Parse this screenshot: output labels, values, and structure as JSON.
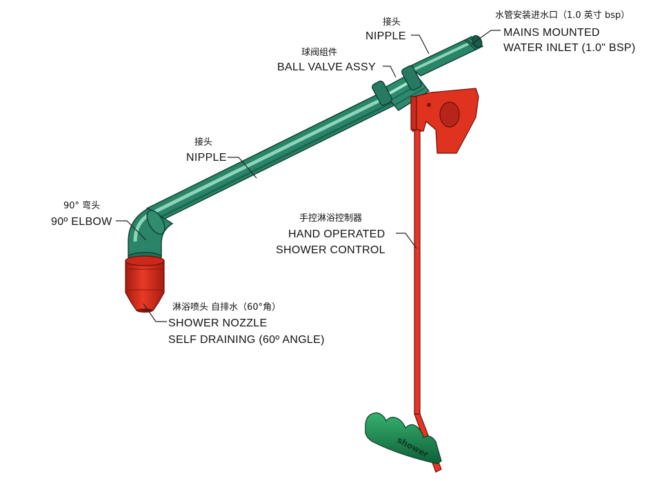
{
  "labels": {
    "inlet": {
      "cn": "水管安装进水口（1.0 英寸 bsp）",
      "en1": "MAINS MOUNTED",
      "en2": "WATER INLET (1.0\" BSP)"
    },
    "nipple_top": {
      "cn": "接头",
      "en": "NIPPLE"
    },
    "ball_valve": {
      "cn": "球阀组件",
      "en": "BALL VALVE ASSY"
    },
    "nipple_mid": {
      "cn": "接头",
      "en": "NIPPLE"
    },
    "elbow": {
      "cn": "90° 弯头",
      "en": "90º ELBOW"
    },
    "hand_control": {
      "cn": "手控淋浴控制器",
      "en1": "HAND OPERATED",
      "en2": "SHOWER CONTROL"
    },
    "nozzle": {
      "cn": "淋浴喷头 自排水（60°角）",
      "en1": "SHOWER NOZZLE",
      "en2": "SELF DRAINING (60º ANGLE)"
    }
  },
  "handle_text": "shower",
  "colors": {
    "pipe": "#2e8a6e",
    "pipe_highlight": "#8fd8bd",
    "red_part": "#dc2f1f",
    "red_dark": "#9a1a10",
    "handle_green": "#1c7f4f"
  }
}
